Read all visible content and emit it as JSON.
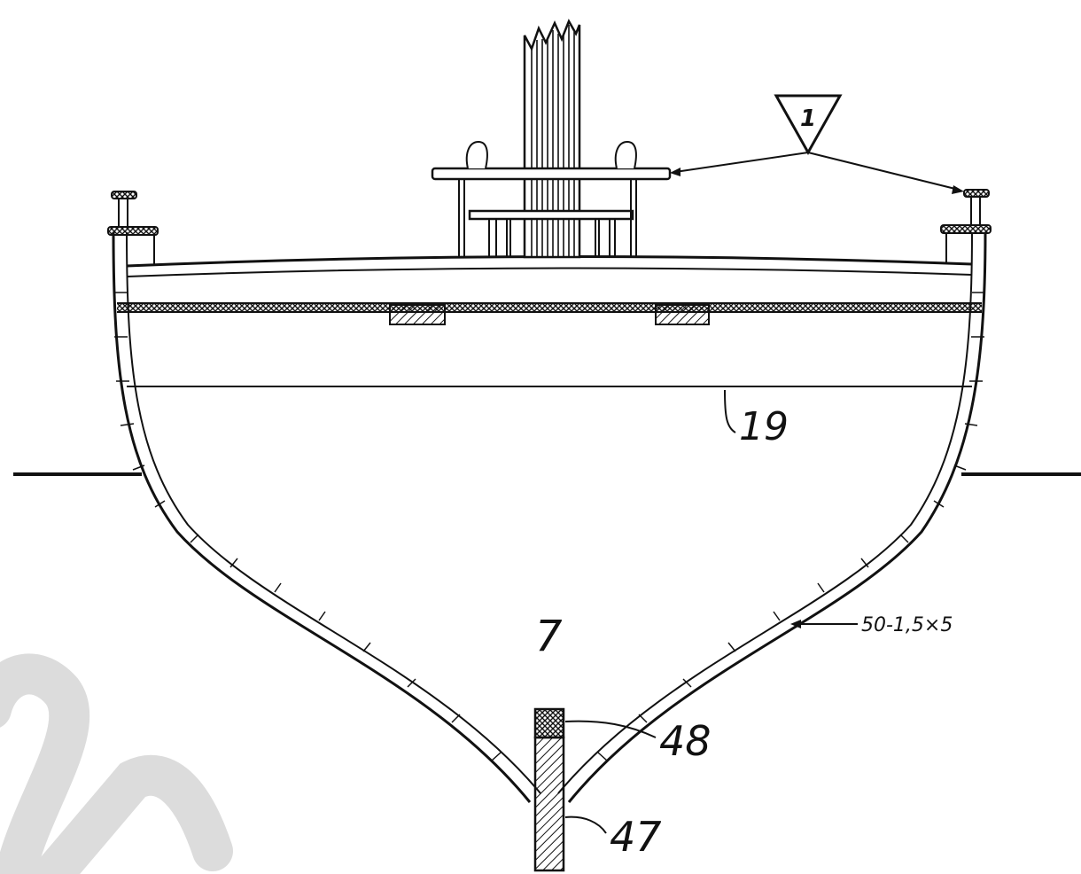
{
  "labels": {
    "detail_mark": "1",
    "waterline_ref": "19",
    "section_number": "7",
    "plank_spec": "50-1,5×5",
    "part_upper": "48",
    "part_lower": "47"
  },
  "colors": {
    "ink": "#111111",
    "paper": "#ffffff",
    "watermark": "#dcdcdc"
  }
}
